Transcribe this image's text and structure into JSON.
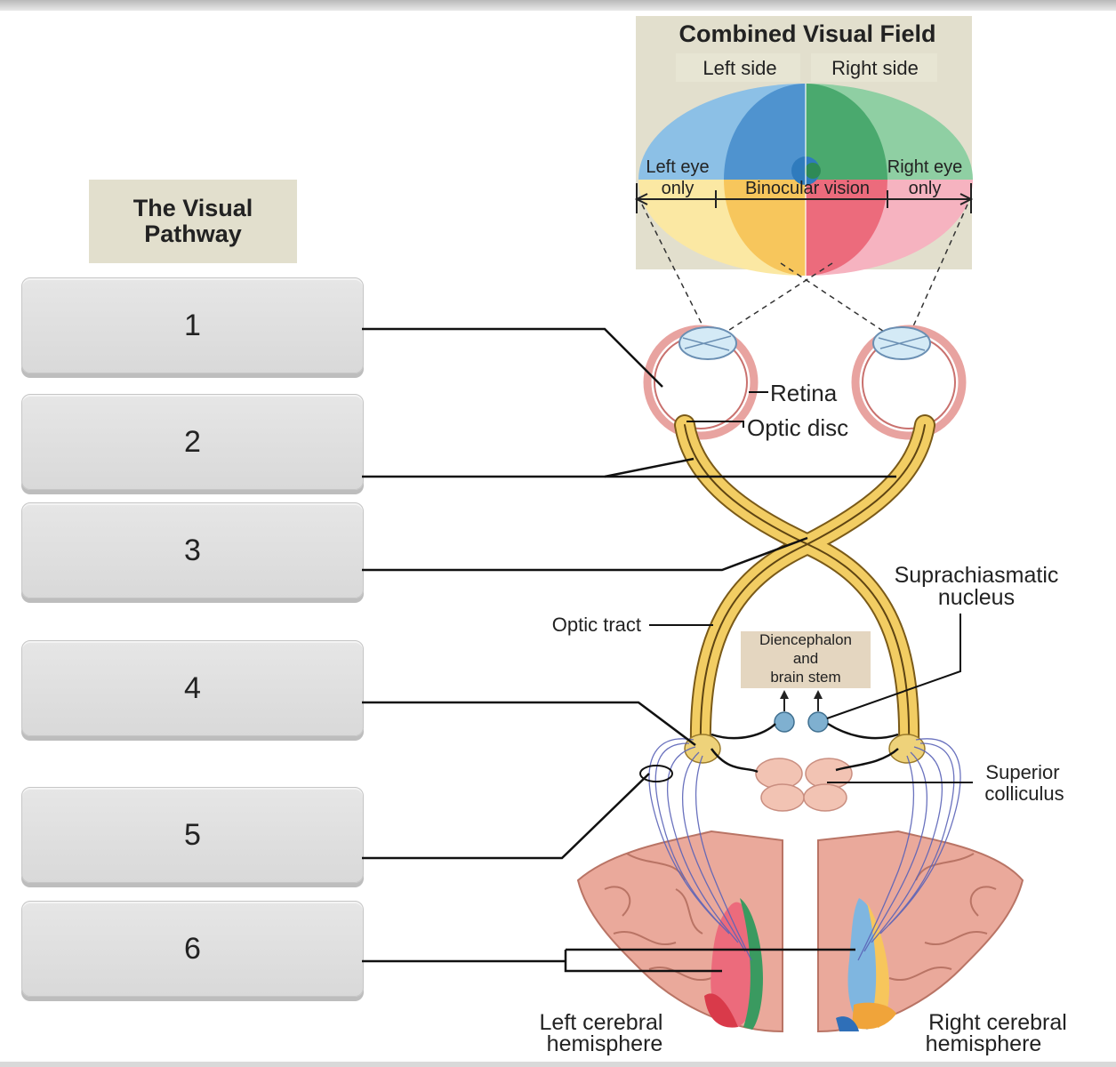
{
  "title": "The Visual\nPathway",
  "label_boxes": [
    "1",
    "2",
    "3",
    "4",
    "5",
    "6"
  ],
  "visual_field": {
    "title": "Combined Visual Field",
    "left_side": "Left side",
    "right_side": "Right side",
    "left_eye_only_1": "Left eye",
    "left_eye_only_2": "only",
    "binocular": "Binocular vision",
    "right_eye_only_1": "Right eye",
    "right_eye_only_2": "only"
  },
  "labels": {
    "retina": "Retina",
    "optic_disc": "Optic disc",
    "suprachiasmatic_1": "Suprachiasmatic",
    "suprachiasmatic_2": "nucleus",
    "optic_tract": "Optic tract",
    "diencephalon_1": "Diencephalon",
    "diencephalon_2": "and",
    "diencephalon_3": "brain stem",
    "superior_colliculus_1": "Superior",
    "superior_colliculus_2": "colliculus",
    "left_hemisphere_1": "Left cerebral",
    "left_hemisphere_2": "hemisphere",
    "right_hemisphere_1": "Right cerebral",
    "right_hemisphere_2": "hemisphere"
  },
  "colors": {
    "field_blue": "#7fb6e0",
    "field_green": "#7cc596",
    "field_yellow": "#fbe79c",
    "field_pink": "#f5a8b6",
    "nerve": "#f2cd63",
    "brain": "#e9a99a",
    "radiation": "#5a63b8"
  }
}
